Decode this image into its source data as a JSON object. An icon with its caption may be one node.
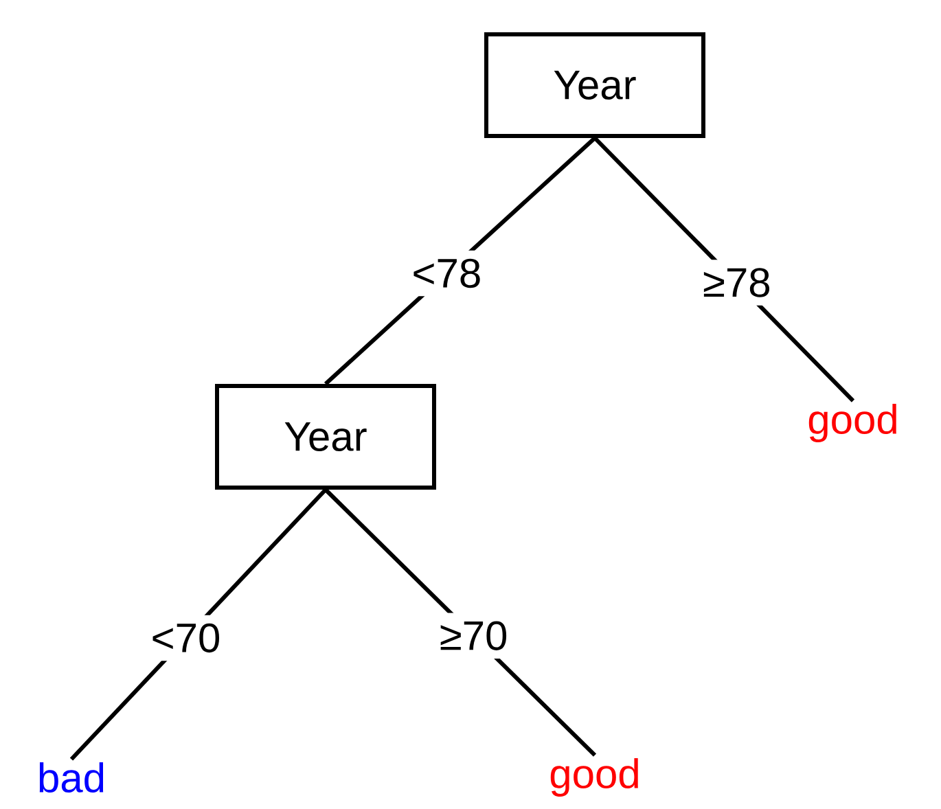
{
  "diagram": {
    "nodes": [
      {
        "text": [
          "Year"
        ]
      },
      {
        "text": [
          "Year"
        ]
      },
      {
        "text": [
          "good"
        ]
      },
      {
        "text": [
          "bad"
        ]
      },
      {
        "text": [
          "good"
        ]
      }
    ],
    "edges": [
      {
        "from": 0,
        "to": 1,
        "arrow": "none",
        "label": "<78"
      },
      {
        "from": 0,
        "to": 2,
        "arrow": "none",
        "label": "≥78"
      },
      {
        "from": 1,
        "to": 3,
        "arrow": "none",
        "label": "<70"
      },
      {
        "from": 1,
        "to": 4,
        "arrow": "none",
        "label": "≥70"
      }
    ]
  }
}
